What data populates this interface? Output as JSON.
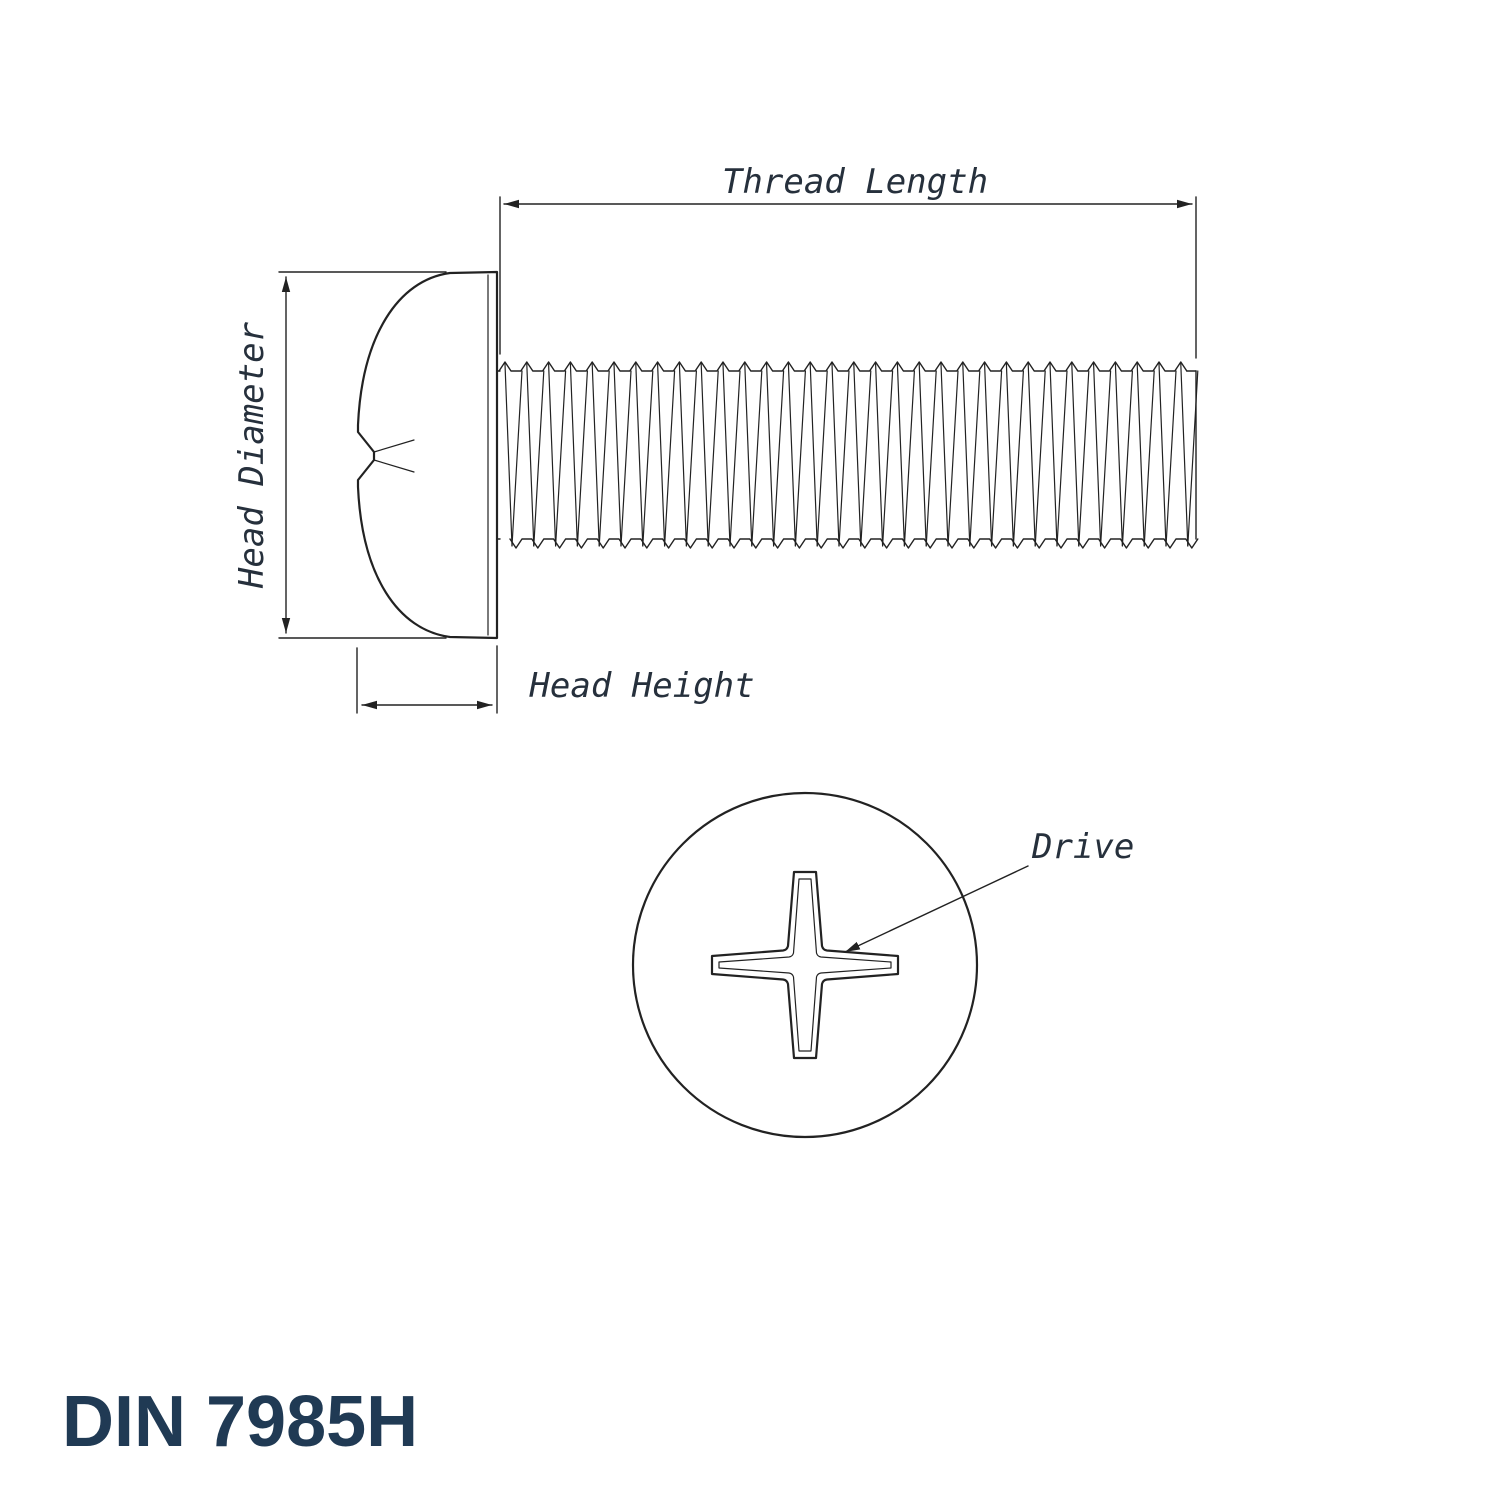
{
  "drawing": {
    "title": "DIN 7985H",
    "labels": {
      "thread_length": "Thread Length",
      "head_diameter": "Head Diameter",
      "head_height": "Head Height",
      "drive": "Drive"
    },
    "colors": {
      "line": "#222222",
      "label": "#26303c",
      "title": "#203a54",
      "background": "#ffffff"
    }
  }
}
